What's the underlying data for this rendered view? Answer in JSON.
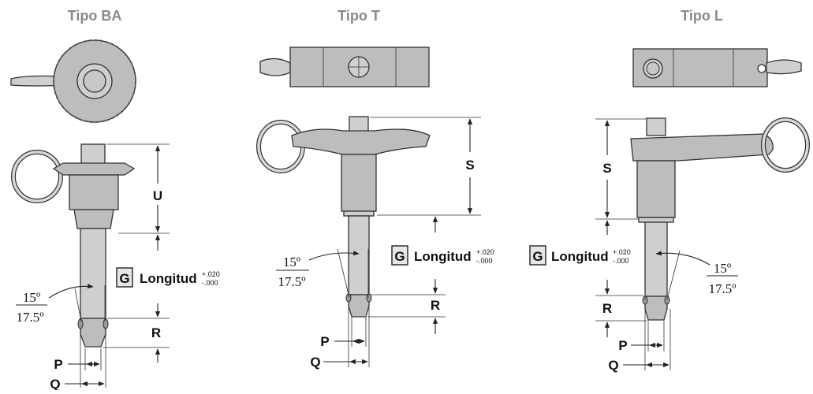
{
  "panels": [
    {
      "title": "Tipo BA",
      "dim_main": "U",
      "dim_r": "R",
      "dim_p": "P",
      "dim_q": "Q",
      "g": "G",
      "length": "Longitud",
      "tol_plus": "+.020",
      "tol_minus": "-.000",
      "angle_top": "15º",
      "angle_bottom": "17.5º"
    },
    {
      "title": "Tipo T",
      "dim_main": "S",
      "dim_r": "R",
      "dim_p": "P",
      "dim_q": "Q",
      "g": "G",
      "length": "Longitud",
      "tol_plus": "+.020",
      "tol_minus": "-.000",
      "angle_top": "15º",
      "angle_bottom": "17.5º"
    },
    {
      "title": "Tipo L",
      "dim_main": "S",
      "dim_r": "R",
      "dim_p": "P",
      "dim_q": "Q",
      "g": "G",
      "length": "Longitud",
      "tol_plus": "+.020",
      "tol_minus": "-.000",
      "angle_top": "15º",
      "angle_bottom": "17.5º"
    }
  ],
  "colors": {
    "title": "#8a8a8a",
    "metal": "#bdbdbd",
    "g_box": "#e6e6e6"
  }
}
